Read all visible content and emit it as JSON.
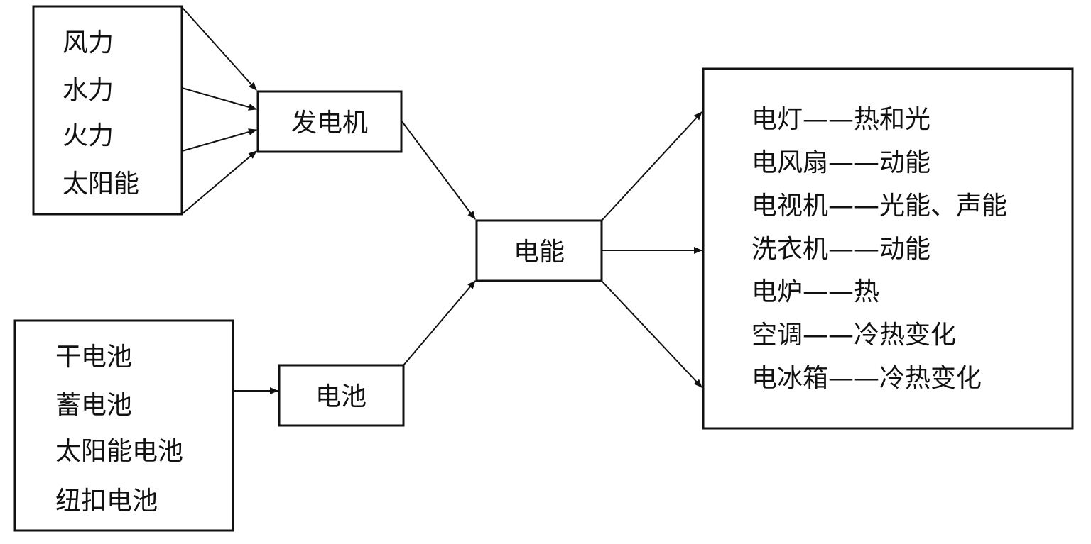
{
  "sources_box": {
    "items": [
      "风力",
      "水力",
      "火力",
      "太阳能"
    ]
  },
  "generator_label": "发电机",
  "batteries_box": {
    "items": [
      "干电池",
      "蓄电池",
      "太阳能电池",
      "纽扣电池"
    ]
  },
  "battery_label": "电池",
  "electric_energy_label": "电能",
  "uses_box": {
    "items": [
      "电灯——热和光",
      "电风扇——动能",
      "电视机——光能、声能",
      "洗衣机——动能",
      "电炉——热",
      "空调——冷热变化",
      "电冰箱——冷热变化"
    ]
  }
}
